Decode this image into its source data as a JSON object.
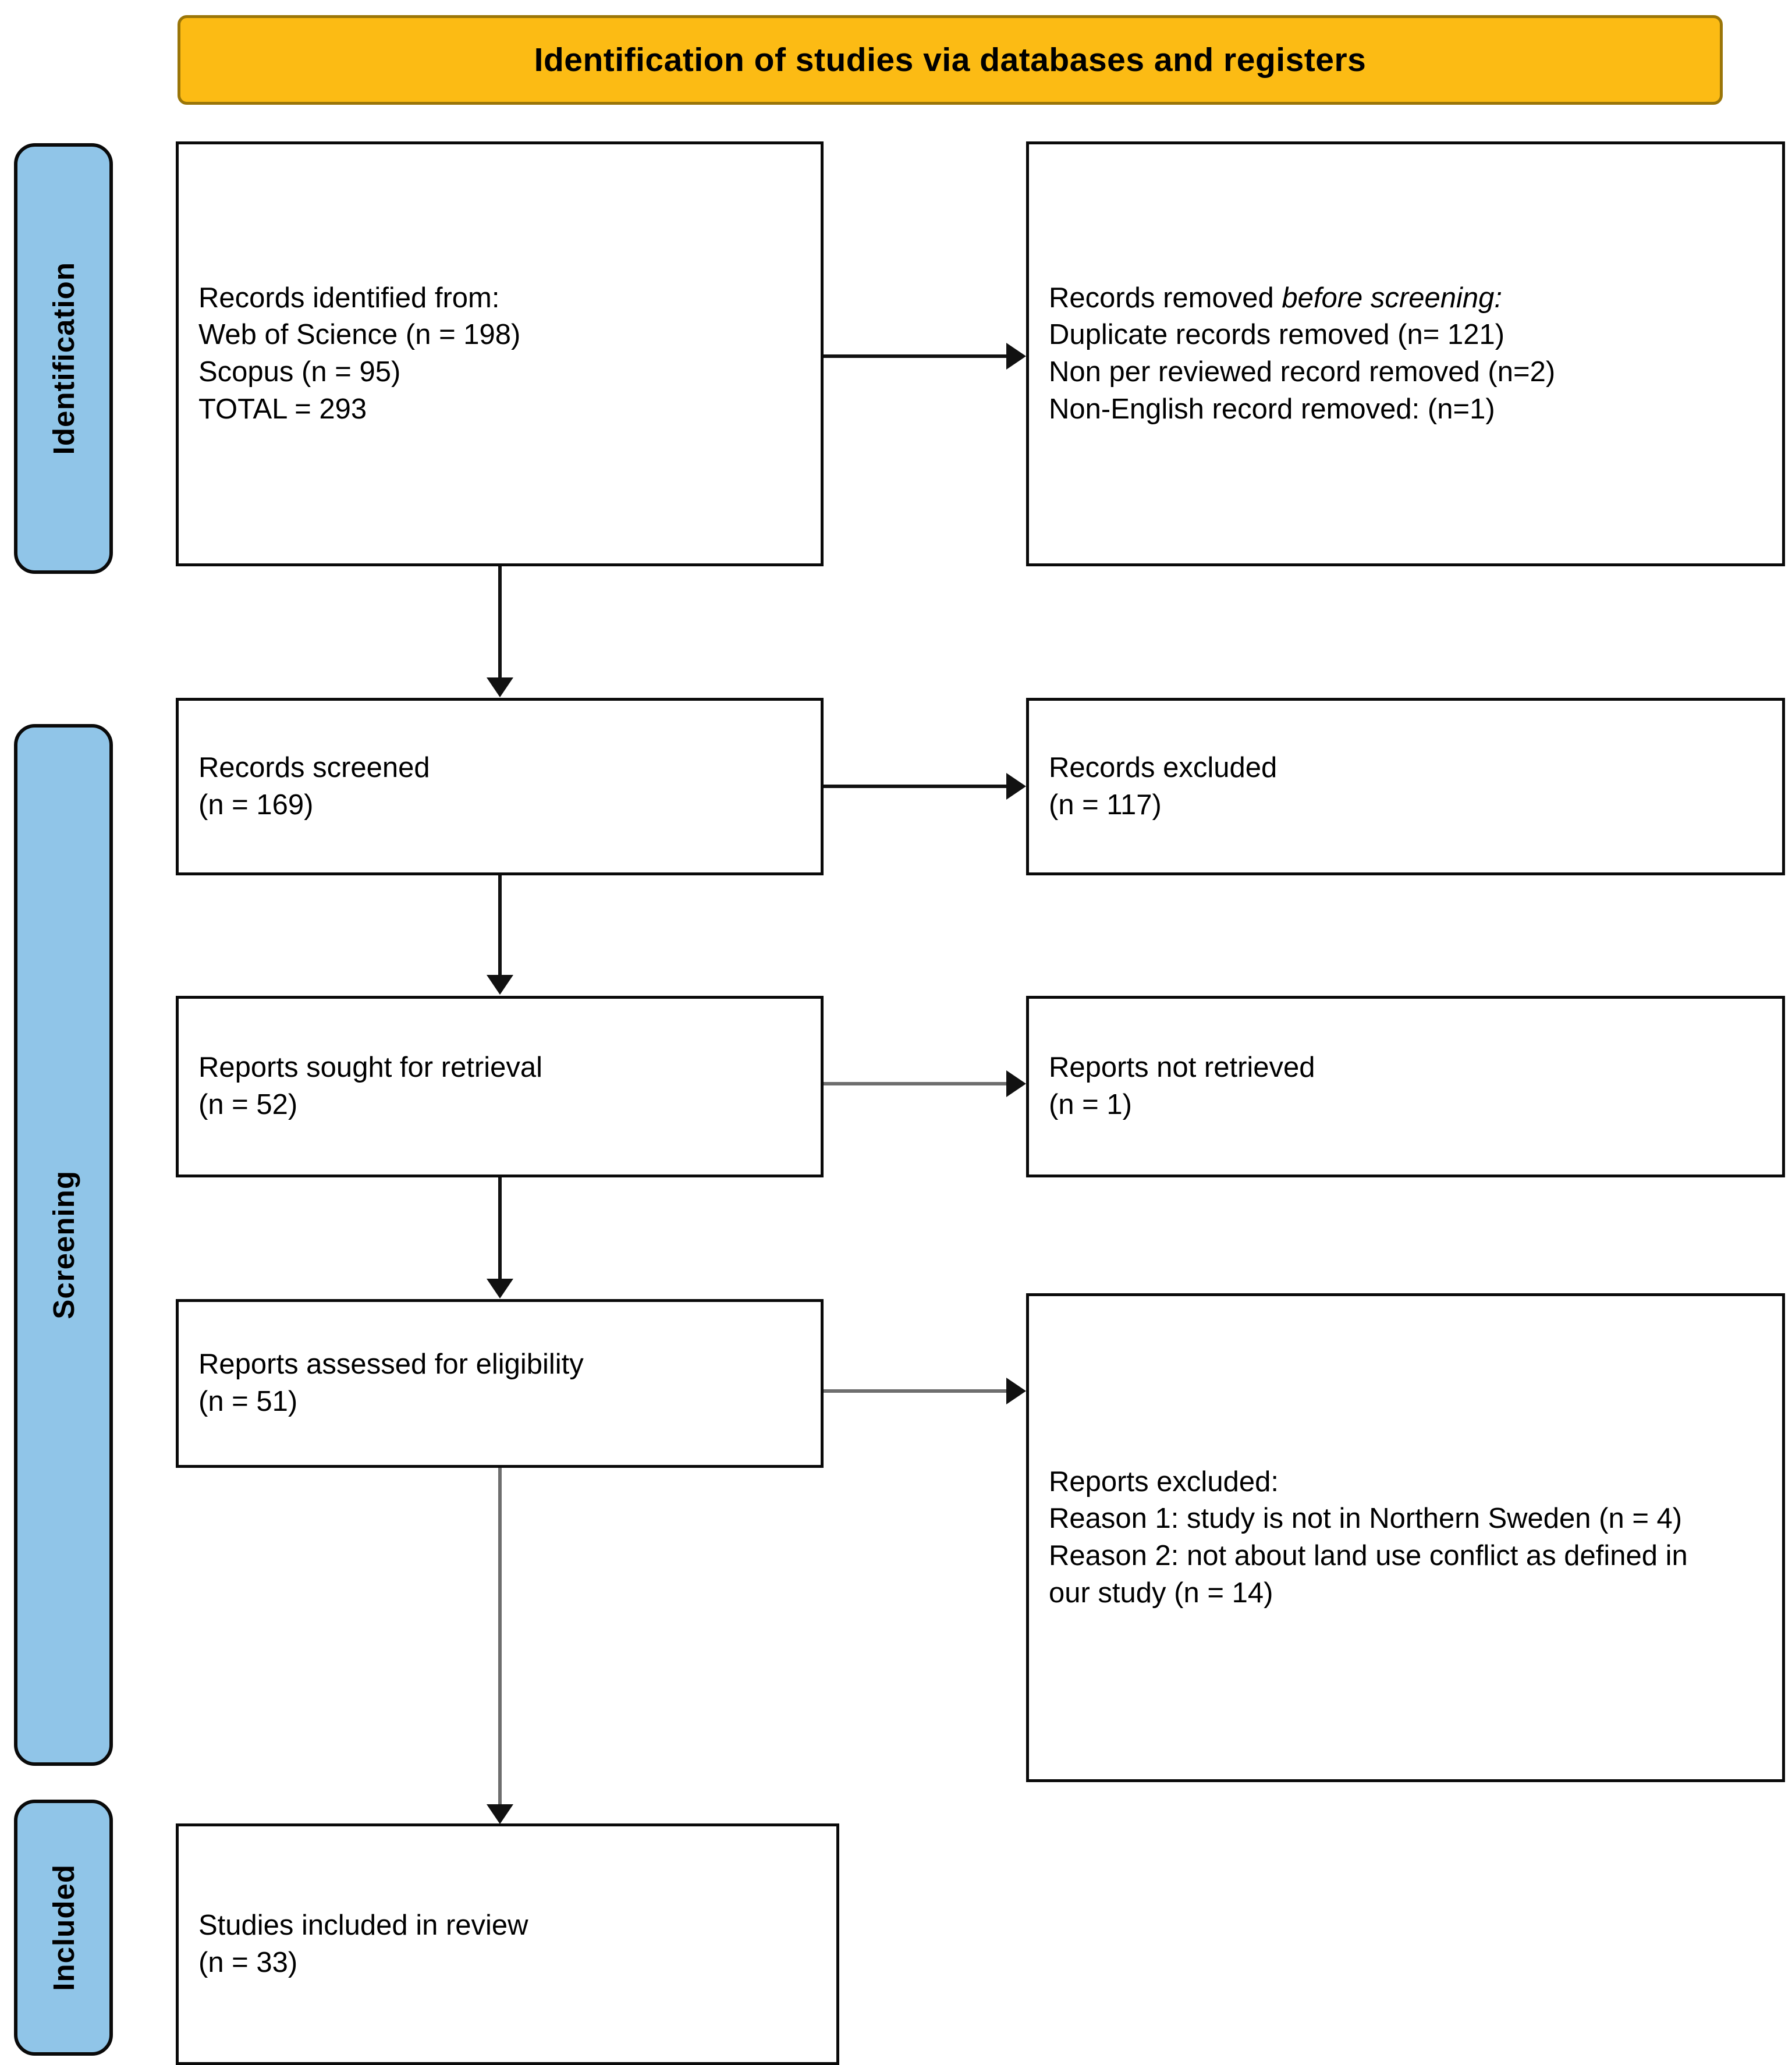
{
  "banner": {
    "title": "Identification of studies via databases and registers"
  },
  "colors": {
    "banner_fill": "#FCBB14",
    "banner_border": "#9A7508",
    "stage_fill": "#90C5E8",
    "box_border": "#0a0a0a",
    "connector": "#111111",
    "connector_gray": "#6e6e6e",
    "text": "#000000"
  },
  "stages": [
    {
      "label": "Identification"
    },
    {
      "label": "Screening"
    },
    {
      "label": "Included"
    }
  ],
  "boxes": {
    "identified": {
      "lines": [
        "Records identified from:",
        "Web of Science (n =  198)",
        "Scopus (n = 95)",
        "TOTAL  = 293"
      ]
    },
    "removed_before_screening": {
      "line1_a": "Records removed ",
      "line1_b": "before screening:",
      "lines": [
        "Duplicate records removed (n= 121)",
        "Non per reviewed record removed (n=2)",
        "Non-English record removed: (n=1)"
      ]
    },
    "records_screened": {
      "lines": [
        "Records screened",
        "(n = 169)"
      ]
    },
    "records_excluded": {
      "lines": [
        "Records excluded",
        "(n = 117)"
      ]
    },
    "reports_sought": {
      "lines": [
        "Reports sought for retrieval",
        "(n = 52)"
      ]
    },
    "reports_not_retrieved": {
      "lines": [
        "Reports not retrieved",
        "(n = 1)"
      ]
    },
    "reports_assessed": {
      "lines": [
        "Reports assessed for eligibility",
        "(n = 51)"
      ]
    },
    "reports_excluded": {
      "lines": [
        "Reports excluded:",
        "Reason 1: study is not in Northern Sweden (n = 4)",
        "Reason 2: not about land use conflict as defined in our study (n = 14)"
      ]
    },
    "studies_included": {
      "lines": [
        "Studies included in review",
        "(n = 33)"
      ]
    }
  }
}
